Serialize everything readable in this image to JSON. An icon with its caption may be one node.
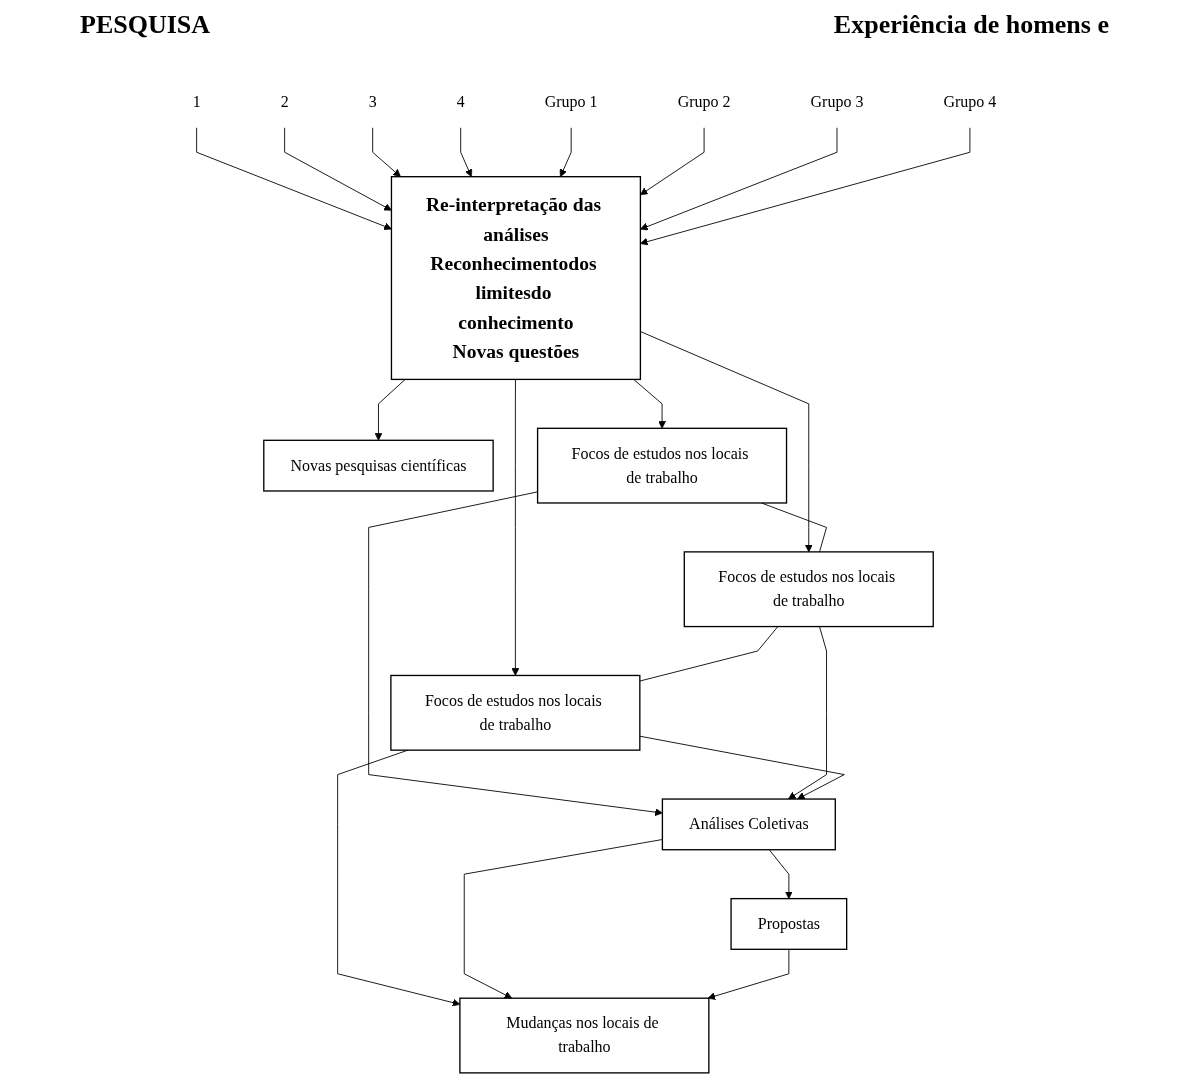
{
  "diagram": {
    "nodes": [
      {
        "text": [
          "Re-interpretação das análises",
          "Reconhecimentodos limitesdo conhecimento",
          "Novas questões"
        ]
      },
      {
        "text": [
          "1"
        ]
      },
      {
        "text": [
          "2"
        ]
      },
      {
        "text": [
          "3"
        ]
      },
      {
        "text": [
          "4"
        ]
      },
      {
        "text": [
          "Grupo 1"
        ]
      },
      {
        "text": [
          "Grupo 2"
        ]
      },
      {
        "text": [
          "Grupo 3"
        ]
      },
      {
        "text": [
          "Grupo 4"
        ]
      },
      {
        "text": [
          "Novas pesquisas científicas"
        ]
      },
      {
        "text": [
          "Focos de estudos nos locais de trabalho"
        ]
      },
      {
        "text": [
          "Focos de estudos nos locais de trabalho"
        ]
      },
      {
        "text": [
          "Focos de estudos nos locais de trabalho"
        ]
      },
      {
        "text": [
          "Mudanças nos locais de trabalho"
        ]
      },
      {
        "text": [
          "Análises Coletivas"
        ]
      },
      {
        "text": [
          "Propostas"
        ]
      }
    ],
    "edges": [
      {
        "from": 1,
        "to": 0,
        "arrow": "to"
      },
      {
        "from": 2,
        "to": 0,
        "arrow": "to"
      },
      {
        "from": 3,
        "to": 0,
        "arrow": "to"
      },
      {
        "from": 4,
        "to": 0,
        "arrow": "to"
      },
      {
        "from": 5,
        "to": 0,
        "arrow": "to"
      },
      {
        "from": 6,
        "to": 0,
        "arrow": "to"
      },
      {
        "from": 7,
        "to": 0,
        "arrow": "to"
      },
      {
        "from": 8,
        "to": 0,
        "arrow": "to"
      },
      {
        "from": 0,
        "to": 9,
        "arrow": "to"
      },
      {
        "from": 0,
        "to": 10,
        "arrow": "to"
      },
      {
        "from": 0,
        "to": 11,
        "arrow": "to"
      },
      {
        "from": 0,
        "to": 12,
        "arrow": "to"
      },
      {
        "from": 10,
        "to": 11,
        "arrow": "none"
      },
      {
        "from": 11,
        "to": 12,
        "arrow": "none"
      },
      {
        "from": 12,
        "to": 13,
        "arrow": "to"
      },
      {
        "from": 10,
        "to": 14,
        "arrow": "to"
      },
      {
        "from": 11,
        "to": 14,
        "arrow": "to"
      },
      {
        "from": 12,
        "to": 14,
        "arrow": "to"
      },
      {
        "from": 14,
        "to": 13,
        "arrow": "to"
      },
      {
        "from": 14,
        "to": 15,
        "arrow": "to"
      },
      {
        "from": 15,
        "to": 13,
        "arrow": "to"
      }
    ],
    "labels": [
      "PESQUISA",
      "Experiência de homens e"
    ]
  }
}
